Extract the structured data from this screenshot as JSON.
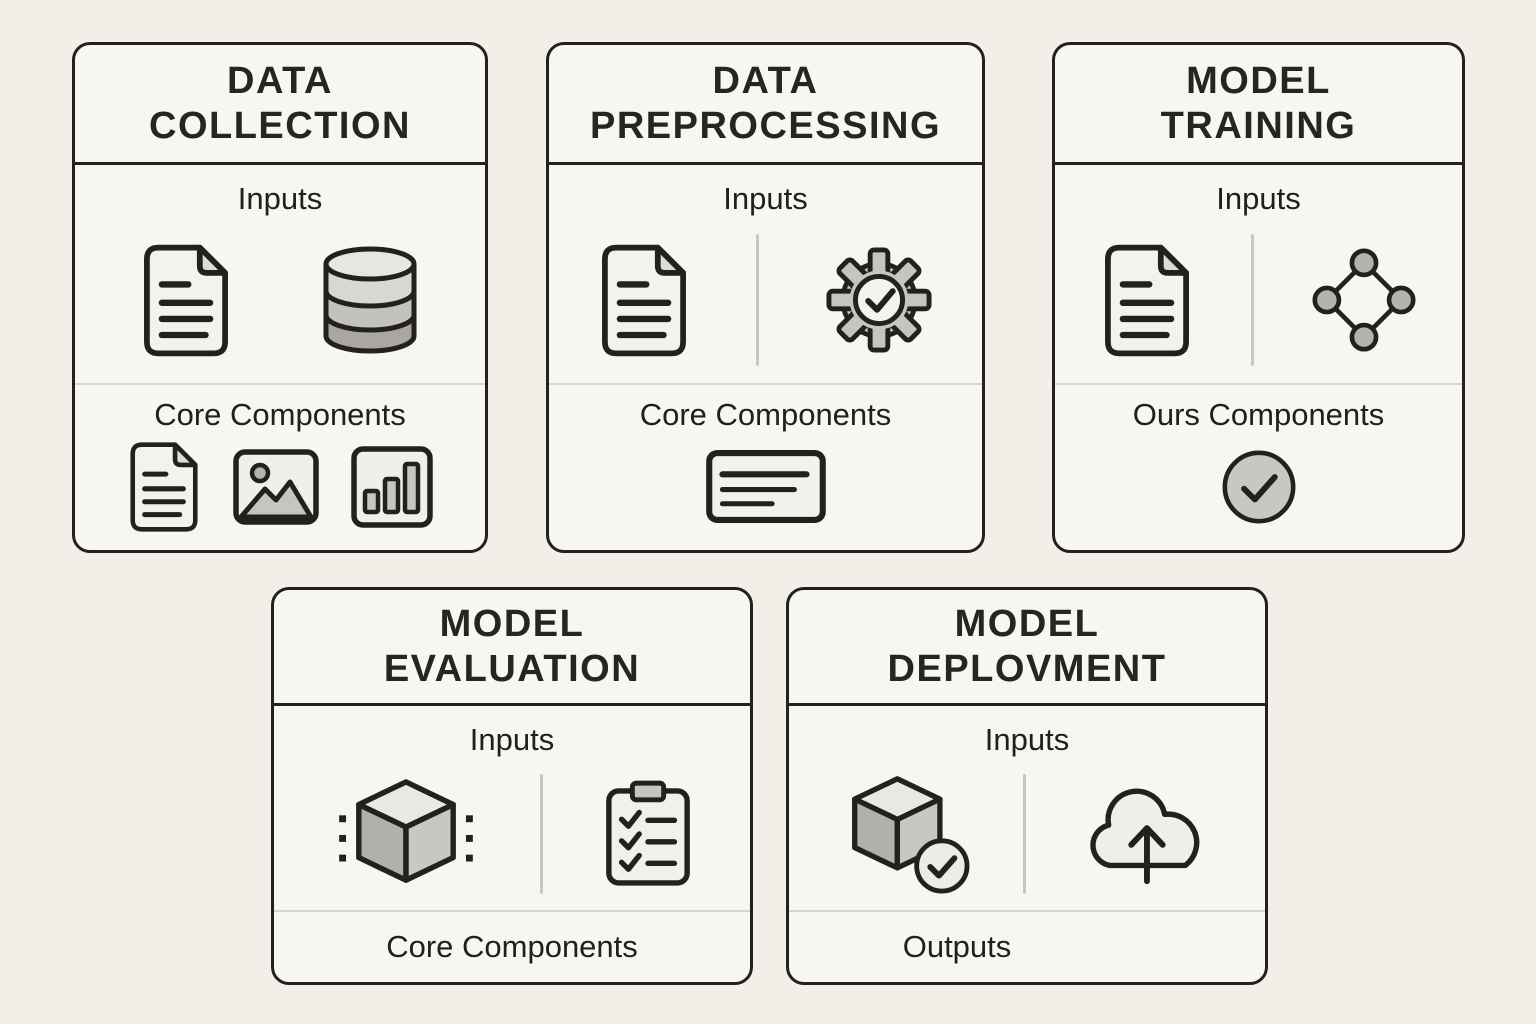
{
  "colors": {
    "background": "#f2efe9",
    "card_fill": "#f8f6f0",
    "border": "#22211e",
    "divider_light": "#d7d5cf",
    "input_divider": "#c9c7c1",
    "icon_gray": "#c7c5bf",
    "icon_dark_gray": "#b2b0aa",
    "icon_light": "#f1efe9"
  },
  "cards": [
    {
      "title_line1": "DATA",
      "title_line2": "COLLECTION",
      "inputs_label": "Inputs",
      "bottom_label": "Core Components",
      "input_icons": [
        "document-icon",
        "database-icon"
      ],
      "bottom_icons": [
        "document-icon",
        "image-icon",
        "bar-chart-icon"
      ]
    },
    {
      "title_line1": "DATA",
      "title_line2": "PREPROCESSING",
      "inputs_label": "Inputs",
      "bottom_label": "Core Components",
      "input_icons": [
        "document-icon",
        "gear-check-icon"
      ],
      "bottom_icons": [
        "note-text-icon"
      ]
    },
    {
      "title_line1": "MODEL",
      "title_line2": "TRAINING",
      "inputs_label": "Inputs",
      "bottom_label": "Ours Components",
      "input_icons": [
        "document-icon",
        "network-nodes-icon"
      ],
      "bottom_icons": [
        "check-circle-icon"
      ]
    },
    {
      "title_line1": "MODEL",
      "title_line2": "EVALUATION",
      "inputs_label": "Inputs",
      "bottom_label": "Core Components",
      "input_icons": [
        "cube-icon",
        "clipboard-checklist-icon"
      ],
      "bottom_icons": []
    },
    {
      "title_line1": "MODEL",
      "title_line2": "DEPLOVMENT",
      "inputs_label": "Inputs",
      "bottom_label": "Outputs",
      "input_icons": [
        "cube-check-icon",
        "cloud-upload-icon"
      ],
      "bottom_icons": []
    }
  ]
}
